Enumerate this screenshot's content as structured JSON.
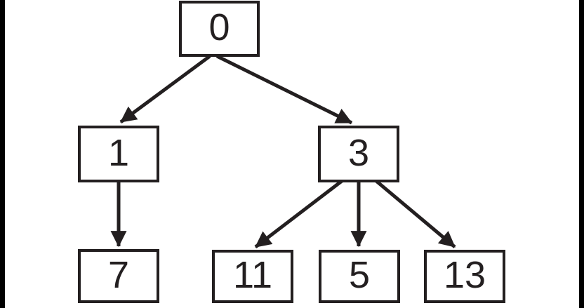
{
  "diagram": {
    "type": "tree",
    "background_color": "#ffffff",
    "stroke_color": "#231f20",
    "node_fill_color": "#ffffff",
    "edge_bar_color": "#000000",
    "nodes": [
      {
        "id": "0",
        "label": "0",
        "level": 0
      },
      {
        "id": "1",
        "label": "1",
        "level": 1
      },
      {
        "id": "3",
        "label": "3",
        "level": 1
      },
      {
        "id": "7",
        "label": "7",
        "level": 2
      },
      {
        "id": "11",
        "label": "11",
        "level": 2
      },
      {
        "id": "5",
        "label": "5",
        "level": 2
      },
      {
        "id": "13",
        "label": "13",
        "level": 2
      }
    ],
    "edges": [
      {
        "from": "0",
        "to": "1"
      },
      {
        "from": "0",
        "to": "3"
      },
      {
        "from": "1",
        "to": "7"
      },
      {
        "from": "3",
        "to": "11"
      },
      {
        "from": "3",
        "to": "5"
      },
      {
        "from": "3",
        "to": "13"
      }
    ]
  }
}
